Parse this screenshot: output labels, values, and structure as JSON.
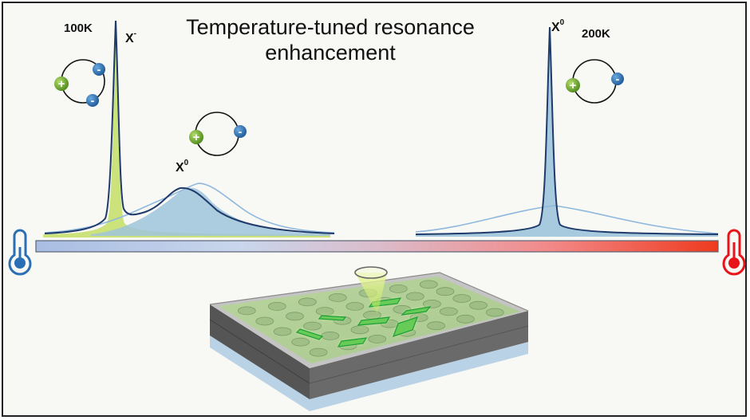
{
  "title": {
    "line1": "Temperature-tuned resonance",
    "line2": "enhancement"
  },
  "low_temp": {
    "temperature": "100K",
    "trion_label": "X",
    "trion_sup": "-",
    "exciton_label": "X",
    "exciton_sup": "0"
  },
  "high_temp": {
    "temperature": "200K",
    "exciton_label": "X",
    "exciton_sup": "0"
  },
  "particles": {
    "hole_symbol": "+",
    "electron_symbol": "-"
  },
  "icons": {
    "cold": "thermometer-cold-icon",
    "hot": "thermometer-hot-icon"
  },
  "colors": {
    "cold": "#2a6fb5",
    "hot": "#e8141a",
    "bar_start": "#a9bde3",
    "bar_mid": "#d6bfd2",
    "bar_end": "#e8321c",
    "trion_fill": "#c7df6e",
    "exciton_fill": "#9fc4dc",
    "line_dark": "#1f3b6b",
    "line_light": "#8fb8de",
    "hole": "#6fa82b",
    "electron": "#2b6cb0"
  }
}
